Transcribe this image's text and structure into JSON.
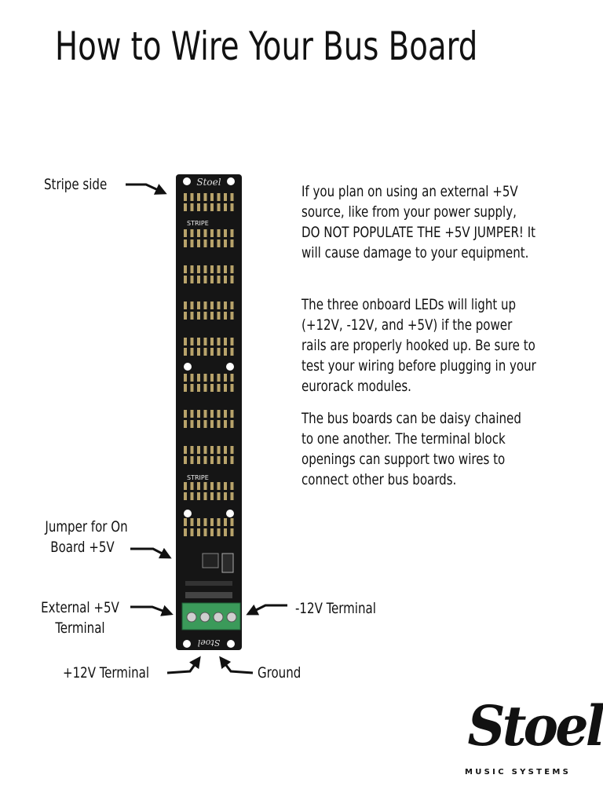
{
  "title": "How to Wire Your Bus Board",
  "paragraphs": [
    "If you plan on using an external +5V source, like from your power supply, DO NOT POPULATE THE +5V JUMPER! It will cause damage to your equipment.",
    "The three onboard LEDs will light up (+12V, -12V, and +5V) if the power rails are properly hooked up. Be sure to test your wiring before plugging in your eurorack modules.",
    "The bus boards can be daisy chained to one another. The terminal block openings can support two wires to connect other bus boards."
  ],
  "labels": {
    "stripe_side": "Stripe side",
    "jumper_line1": "Jumper for On",
    "jumper_line2": "Board +5V",
    "ext5v_line1": "External +5V",
    "ext5v_line2": "Terminal",
    "minus12v": "-12V Terminal",
    "plus12v": "+12V Terminal",
    "ground": "Ground"
  },
  "board": {
    "logo_text": "Stoel",
    "stripe_text": "STRIPE",
    "color": "#111111",
    "terminal_color": "#3b9a5a"
  },
  "brand": {
    "logo_script": "Stoel",
    "logo_sub": "MUSIC SYSTEMS"
  }
}
